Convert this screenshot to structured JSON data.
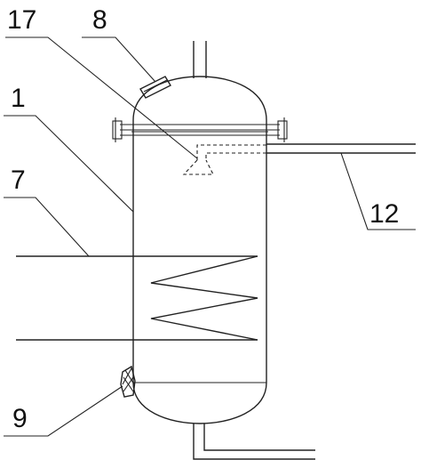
{
  "labels": {
    "l17": "17",
    "l8": "8",
    "l1": "1",
    "l7": "7",
    "l12": "12",
    "l9": "9"
  },
  "colors": {
    "stroke": "#222222",
    "background": "#ffffff"
  }
}
